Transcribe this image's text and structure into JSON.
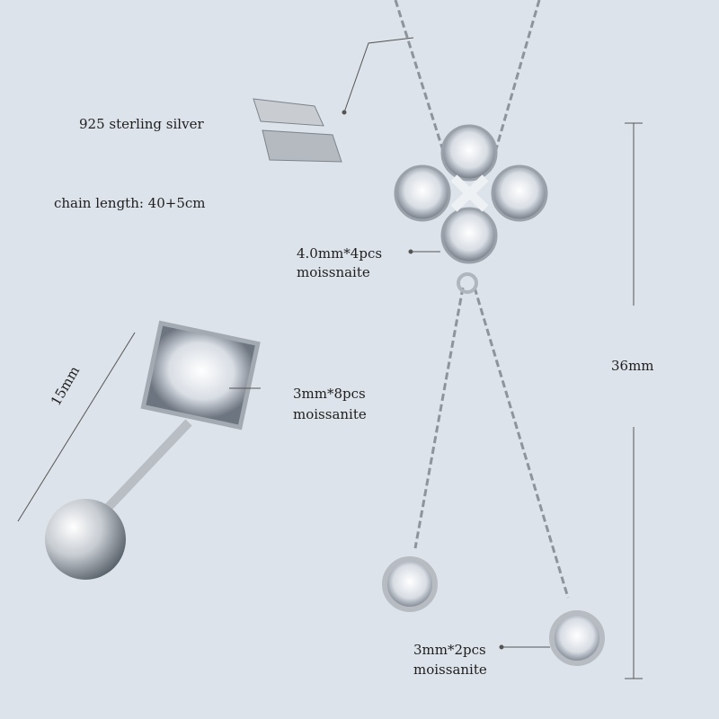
{
  "labels": {
    "material": "925 sterling silver",
    "chain_length": "chain length: 40+5cm",
    "center_stone_size": "4.0mm*4pcs",
    "center_stone_type": "moissnaite",
    "earring_height": "15mm",
    "earring_stone_size": "3mm*8pcs",
    "earring_stone_type": "moissanite",
    "pendant_length": "36mm",
    "drop_stone_size": "3mm*2pcs",
    "drop_stone_type": "moissanite"
  },
  "colors": {
    "background": "#dde3ea",
    "silver": "#c9cdd2",
    "line": "#555555"
  }
}
